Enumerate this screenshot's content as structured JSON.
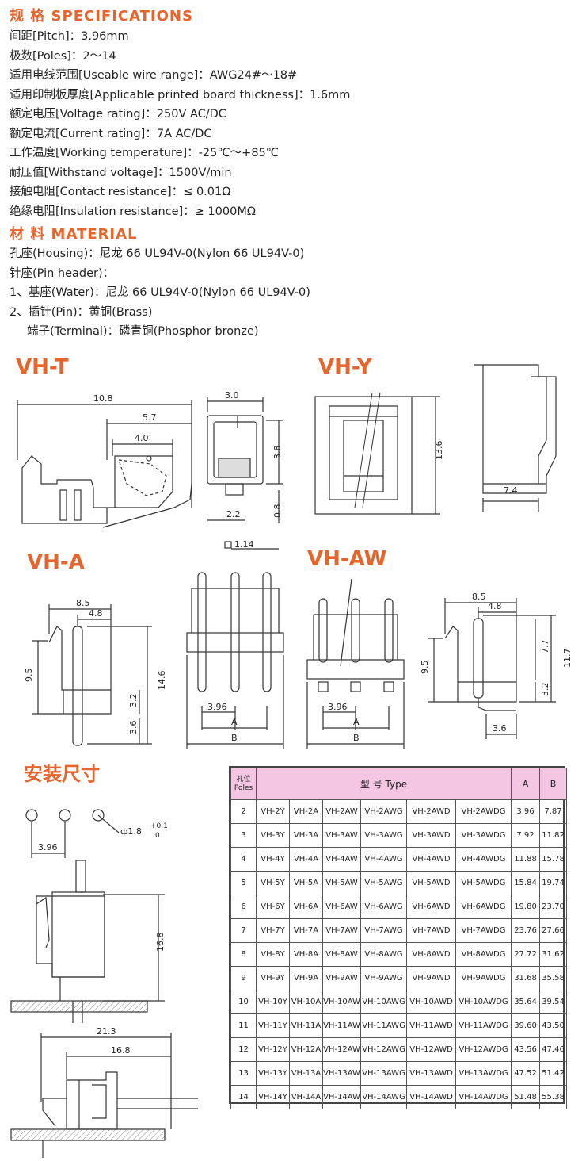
{
  "specifications": {
    "heading": "规 格  SPECIFICATIONS",
    "items": [
      "间距[Pitch]：3.96mm",
      "极数[Poles]：2～14",
      "适用电线范围[Useable wire range]：AWG24#～18#",
      "适用印制板厚度[Applicable printed board thickness]：1.6mm",
      "额定电压[Voltage rating]：250V AC/DC",
      "额定电流[Current rating]：7A  AC/DC",
      "工作温度[Working temperature]：-25℃～+85℃",
      "耐压值[Withstand voltage]：1500V/min",
      "接触电阻[Contact resistance]：≤ 0.01Ω",
      "绝缘电阻[Insulation resistance]：≥ 1000MΩ"
    ]
  },
  "material": {
    "heading": "材 料  MATERIAL",
    "items": [
      "孔座(Housing)：尼龙 66 UL94V-0(Nylon 66 UL94V-0)",
      "针座(Pin header)：",
      "1、基座(Water)：尼龙 66 UL94V-0(Nylon 66 UL94V-0)",
      "2、插针(Pin)：黄铜(Brass)",
      "端子(Terminal)：磷青铜(Phosphor bronze)"
    ]
  },
  "models": {
    "vh_t": "VH-T",
    "vh_y": "VH-Y",
    "vh_a": "VH-A",
    "vh_aw": "VH-AW"
  },
  "install_heading": "安装尺寸",
  "dimensions": {
    "vht_w": "10.8",
    "vht_m": "5.7",
    "vht_s": "4.0",
    "vht_top": "3.0",
    "vht_h": "3.8",
    "vht_b": "2.2",
    "vht_b2": "0.8",
    "vhy_h": "13.6",
    "vhy_side_w": "7.4",
    "vha_w": "8.5",
    "vha_m": "4.8",
    "vha_h": "9.5",
    "vha_t": "14.6",
    "vha_a": "3.2",
    "vha_b": "3.6",
    "vha_sq": "1.14",
    "vha_pitch": "3.96",
    "label_a": "A",
    "label_b": "B",
    "vhaw_w": "8.5",
    "vhaw_m": "4.8",
    "vhaw_h": "9.5",
    "vhaw_7": "7.7",
    "vhaw_11": "11.7",
    "vhaw_3": "3.2",
    "vhaw_36": "3.6",
    "vhaw_pitch": "3.96",
    "hole_pitch": "3.96",
    "hole_dia": "1.8",
    "hole_tol_up": "+0.1",
    "hole_tol_dn": "0",
    "mount_h": "16.8",
    "mount_w1": "21.3",
    "mount_w2": "16.8"
  },
  "table": {
    "header_poles_cn": "孔位",
    "header_poles_en": "Poles",
    "header_type": "型 号  Type",
    "header_a": "A",
    "header_b": "B",
    "rows": [
      [
        "2",
        "VH-2Y",
        "VH-2A",
        "VH-2AW",
        "VH-2AWG",
        "VH-2AWD",
        "VH-2AWDG",
        "3.96",
        "7.87"
      ],
      [
        "3",
        "VH-3Y",
        "VH-3A",
        "VH-3AW",
        "VH-3AWG",
        "VH-3AWD",
        "VH-3AWDG",
        "7.92",
        "11.82"
      ],
      [
        "4",
        "VH-4Y",
        "VH-4A",
        "VH-4AW",
        "VH-4AWG",
        "VH-4AWD",
        "VH-4AWDG",
        "11.88",
        "15.78"
      ],
      [
        "5",
        "VH-5Y",
        "VH-5A",
        "VH-5AW",
        "VH-5AWG",
        "VH-5AWD",
        "VH-5AWDG",
        "15.84",
        "19.74"
      ],
      [
        "6",
        "VH-6Y",
        "VH-6A",
        "VH-6AW",
        "VH-6AWG",
        "VH-6AWD",
        "VH-6AWDG",
        "19.80",
        "23.70"
      ],
      [
        "7",
        "VH-7Y",
        "VH-7A",
        "VH-7AW",
        "VH-7AWG",
        "VH-7AWD",
        "VH-7AWDG",
        "23.76",
        "27.66"
      ],
      [
        "8",
        "VH-8Y",
        "VH-8A",
        "VH-8AW",
        "VH-8AWG",
        "VH-8AWD",
        "VH-8AWDG",
        "27.72",
        "31.62"
      ],
      [
        "9",
        "VH-9Y",
        "VH-9A",
        "VH-9AW",
        "VH-9AWG",
        "VH-9AWD",
        "VH-9AWDG",
        "31.68",
        "35.58"
      ],
      [
        "10",
        "VH-10Y",
        "VH-10A",
        "VH-10AW",
        "VH-10AWG",
        "VH-10AWD",
        "VH-10AWDG",
        "35.64",
        "39.54"
      ],
      [
        "11",
        "VH-11Y",
        "VH-11A",
        "VH-11AW",
        "VH-11AWG",
        "VH-11AWD",
        "VH-11AWDG",
        "39.60",
        "43.50"
      ],
      [
        "12",
        "VH-12Y",
        "VH-12A",
        "VH-12AW",
        "VH-12AWG",
        "VH-12AWD",
        "VH-12AWDG",
        "43.56",
        "47.46"
      ],
      [
        "13",
        "VH-13Y",
        "VH-13A",
        "VH-13AW",
        "VH-13AWG",
        "VH-13AWD",
        "VH-13AWDG",
        "47.52",
        "51.42"
      ],
      [
        "14",
        "VH-14Y",
        "VH-14A",
        "VH-14AW",
        "VH-14AWG",
        "VH-14AWD",
        "VH-14AWDG",
        "51.48",
        "55.38"
      ]
    ]
  }
}
